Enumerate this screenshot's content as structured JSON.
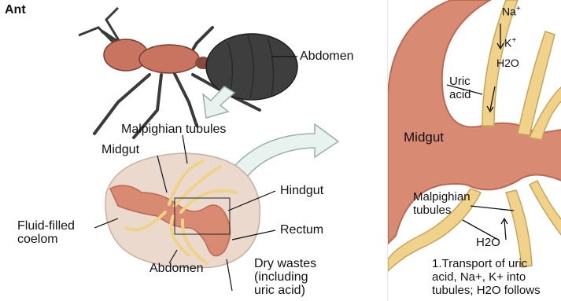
{
  "left_panel": {
    "title": "Ant",
    "labels": {
      "abdomen_top": "Abdomen",
      "malpighian": "Malpighian tubules",
      "midgut": "Midgut",
      "hindgut": "Hindgut",
      "fluid_line1": "Fluid-filled",
      "fluid_line2": "coelom",
      "rectum": "Rectum",
      "abdomen_bottom": "Abdomen",
      "dry_line1": "Dry wastes",
      "dry_line2": "(including",
      "dry_line3": "uric acid)"
    }
  },
  "right_panel": {
    "labels": {
      "na": "Na",
      "k": "K",
      "h2o_top": "H2O",
      "uric_line1": "Uric",
      "uric_line2": "acid",
      "midgut": "Midgut",
      "malp_line1": "Malpighian",
      "malp_line2": "tubules",
      "h2o_bottom": "H2O",
      "step_line1": "1.Transport of uric",
      "step_line2": "acid, Na+, K+ into",
      "step_line3": "tubules; H2O follows"
    }
  },
  "colors": {
    "gut": "#d98a72",
    "gut_dark": "#b96a55",
    "tubule": "#f0d28a",
    "coelom": "#ead9cc",
    "ant_head": "#c87460",
    "ant_abdomen": "#3e3e3e",
    "arrow": "#e8f2ee"
  }
}
